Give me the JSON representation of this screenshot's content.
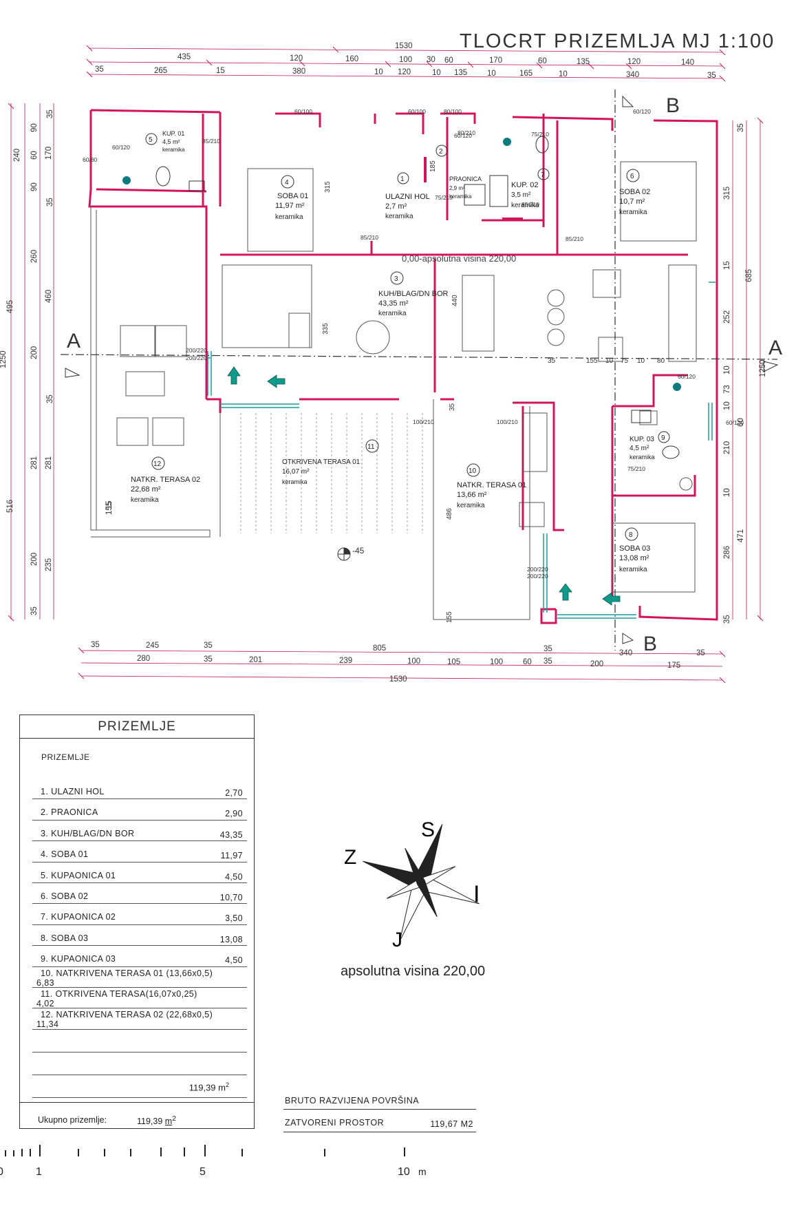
{
  "plan": {
    "title": "TLOCRT PRIZEMLJA MJ 1:100",
    "section_marks": [
      "A",
      "A",
      "B",
      "B"
    ],
    "elevation_label": "0,00-apsolutna visina 220,00",
    "terrace_level": "-45",
    "dims_top_total": "1530",
    "dims_top_row2": [
      "435",
      "120",
      "160",
      "100",
      "30",
      "60",
      "170",
      "60",
      "135",
      "120",
      "140"
    ],
    "dims_top_row3": [
      "35",
      "265",
      "15",
      "380",
      "10",
      "120",
      "10",
      "135",
      "10",
      "165",
      "10",
      "340",
      "35"
    ],
    "dims_bottom_row1": [
      "35",
      "245",
      "35",
      "805",
      "35",
      "340",
      "35"
    ],
    "dims_bottom_row2": [
      "280",
      "35",
      "201",
      "239",
      "100",
      "105",
      "100",
      "60",
      "35",
      "200",
      "175"
    ],
    "dims_bottom_total": "1530",
    "dims_left_outer": [
      "240",
      "495",
      "1250",
      "516"
    ],
    "dims_left_inner": [
      "35",
      "90",
      "60",
      "90",
      "35",
      "260",
      "460",
      "200",
      "35",
      "281",
      "15",
      "200",
      "35"
    ],
    "dims_left_inner2": [
      "170",
      "60",
      "281",
      "155",
      "235"
    ],
    "dims_right_outer": [
      "685",
      "1250"
    ],
    "dims_right_inner": [
      "35",
      "315",
      "15",
      "252",
      "10",
      "73",
      "10",
      "60",
      "210",
      "10",
      "471",
      "286",
      "35"
    ],
    "rooms": [
      {
        "num": "1",
        "name": "ULAZNI HOL",
        "area": "2,7 m²",
        "floor": "keramika"
      },
      {
        "num": "2",
        "name": "PRAONICA",
        "area": "2,9 m²",
        "floor": "keramika"
      },
      {
        "num": "3",
        "name": "KUH/BLAG/DN BOR",
        "area": "43,35 m²",
        "floor": "keramika"
      },
      {
        "num": "4",
        "name": "SOBA 01",
        "area": "11,97 m²",
        "floor": "keramika"
      },
      {
        "num": "5",
        "name": "KUP. 01",
        "area": "4,5 m²",
        "floor": "keramika"
      },
      {
        "num": "6",
        "name": "SOBA 02",
        "area": "10,7 m²",
        "floor": "keramika"
      },
      {
        "num": "7",
        "name": "KUP. 02",
        "area": "3,5 m²",
        "floor": "keramika"
      },
      {
        "num": "8",
        "name": "SOBA 03",
        "area": "13,08 m²",
        "floor": "keramika"
      },
      {
        "num": "9",
        "name": "KUP. 03",
        "area": "4,5 m²",
        "floor": "keramika"
      },
      {
        "num": "10",
        "name": "NATKR. TERASA 01",
        "area": "13,66 m²",
        "floor": "keramika"
      },
      {
        "num": "11",
        "name": "OTKRIVENA TERASA 01",
        "area": "16,07 m²",
        "floor": "keramika"
      },
      {
        "num": "12",
        "name": "NATKR. TERASA 02",
        "area": "22,68 m²",
        "floor": "keramika"
      }
    ],
    "door_labels": [
      "85/210",
      "85/210",
      "75/210",
      "85/210",
      "85/210",
      "75/210",
      "75/210",
      "200/220",
      "200/220",
      "200/220",
      "200/220",
      "100/210",
      "100/210",
      "80/210",
      "80/100",
      "60/120",
      "60/100",
      "60/100",
      "60/80",
      "60/120",
      "60/120",
      "60/120",
      "60/120"
    ],
    "interior_dims": [
      "315",
      "185",
      "335",
      "440",
      "486",
      "155",
      "35",
      "155",
      "10",
      "75",
      "10",
      "80",
      "35"
    ]
  },
  "legend": {
    "header": "PRIZEMLJE",
    "subheader": "PRIZEMLJE",
    "rows": [
      {
        "name": "1.  ULAZNI  HOL",
        "value": "2,70"
      },
      {
        "name": "2.  PRAONICA",
        "value": "2,90"
      },
      {
        "name": "3.  KUH/BLAG/DN BOR",
        "value": "43,35"
      },
      {
        "name": "4.  SOBA  01",
        "value": "11,97"
      },
      {
        "name": "5.  KUPAONICA  01",
        "value": "4,50"
      },
      {
        "name": "6.  SOBA  02",
        "value": "10,70"
      },
      {
        "name": "7.  KUPAONICA  02",
        "value": "3,50"
      },
      {
        "name": "8.  SOBA  03",
        "value": "13,08"
      },
      {
        "name": "9.  KUPAONICA  03",
        "value": "4,50"
      },
      {
        "name": "10.  NATKRIVENA  TERASA  01  (13,66x0,5)",
        "value": "6,83"
      },
      {
        "name": "11.  OTKRIVENA  TERASA(16,07x0,25)",
        "value": "4,02"
      },
      {
        "name": "12.  NATKRIVENA  TERASA  02  (22,68x0,5)",
        "value": "11,34"
      }
    ],
    "total": "119,39 m",
    "total_sup": "2",
    "footer_label": "Ukupno prizemlje:",
    "footer_value": "119,39",
    "footer_unit": "m",
    "footer_unit_sup": "2"
  },
  "bruto": {
    "title": "BRUTO RAZVIJENA POVRŠINA",
    "label": "ZATVORENI  PROSTOR",
    "value": "119,67 M2"
  },
  "compass": {
    "labels": [
      "S",
      "J",
      "Z",
      "I"
    ]
  },
  "elevation_note": "apsolutna visina 220,00",
  "scale_bar": {
    "labels": [
      "0",
      "1",
      "5",
      "10",
      "m"
    ]
  },
  "colors": {
    "wall": "#d4145a",
    "dim": "#c2185b",
    "teal": "#1a9aa0",
    "arrow": "#0f9a8c"
  }
}
